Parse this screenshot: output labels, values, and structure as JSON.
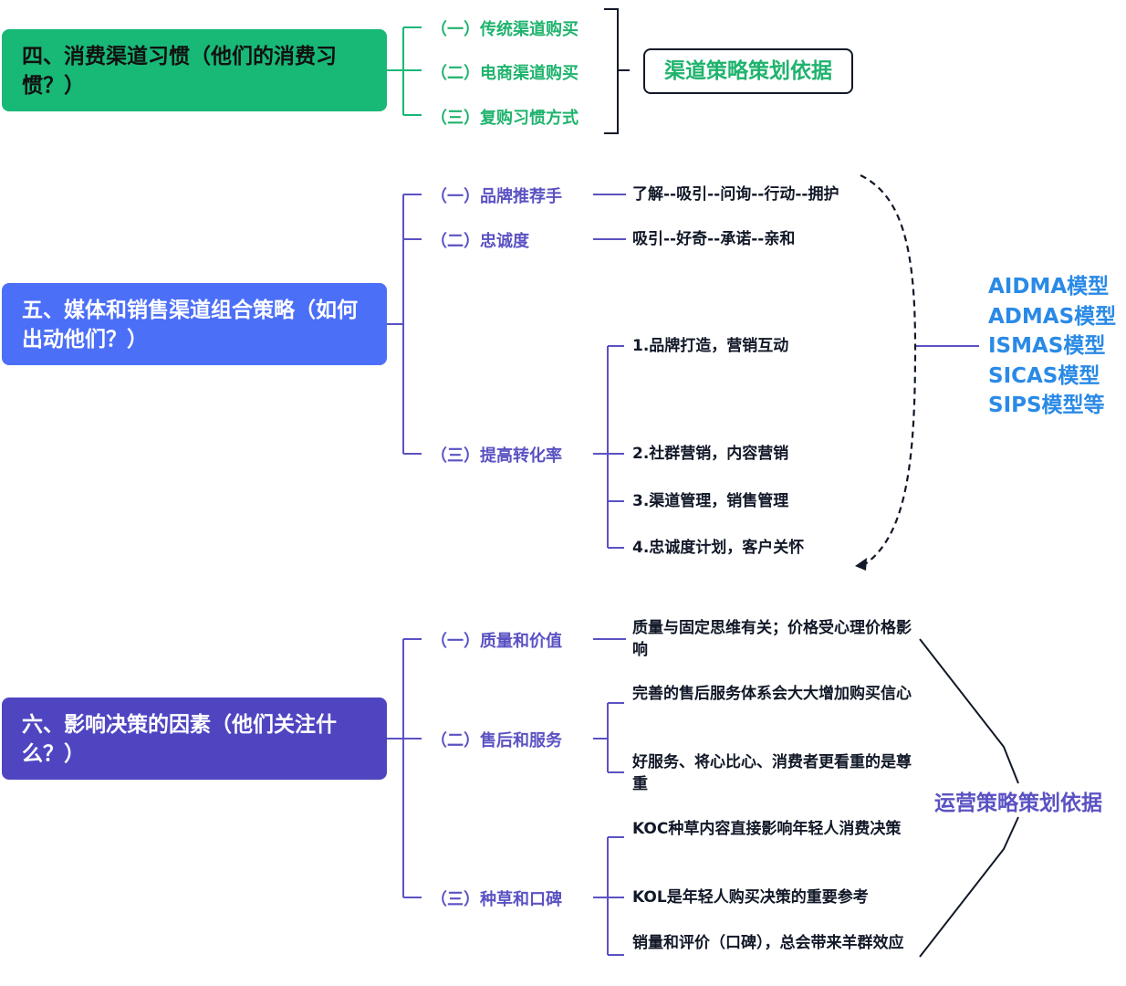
{
  "colors": {
    "green": "#18b877",
    "blue": "#4c6ff8",
    "purple": "#4f45c1",
    "green_text": "#1fb36e",
    "purple_text": "#5a52c2",
    "model_text": "#2a8ae6"
  },
  "section4": {
    "title": "四、消费渠道习惯（他们的消费习惯？）",
    "items": [
      "（一）传统渠道购买",
      "（二）电商渠道购买",
      "（三）复购习惯方式"
    ],
    "result": "渠道策略策划依据"
  },
  "section5": {
    "title": "五、媒体和销售渠道组合策略（如何出动他们？）",
    "items": [
      "（一）品牌推荐手",
      "（二）忠诚度",
      "（三）提高转化率"
    ],
    "item1_detail": "了解--吸引--问询--行动--拥护",
    "item2_detail": "吸引--好奇--承诺--亲和",
    "item3_details": [
      "1.品牌打造，营销互动",
      "2.社群营销，内容营销",
      "3.渠道管理，销售管理",
      "4.忠诚度计划，客户关怀"
    ],
    "models": [
      "AIDMA模型",
      "ADMAS模型",
      "ISMAS模型",
      "SICAS模型",
      "SIPS模型等"
    ]
  },
  "section6": {
    "title": "六、影响决策的因素（他们关注什么？）",
    "items": [
      "（一）质量和价值",
      "（二）售后和服务",
      "（三）种草和口碑"
    ],
    "item1_detail": "质量与固定思维有关；价格受心理价格影响",
    "item2_details": [
      "完善的售后服务体系会大大增加购买信心",
      "好服务、将心比心、消费者更看重的是尊重"
    ],
    "item3_details": [
      "KOC种草内容直接影响年轻人消费决策",
      "KOL是年轻人购买决策的重要参考",
      "销量和评价（口碑），总会带来羊群效应"
    ],
    "result": "运营策略策划依据"
  }
}
